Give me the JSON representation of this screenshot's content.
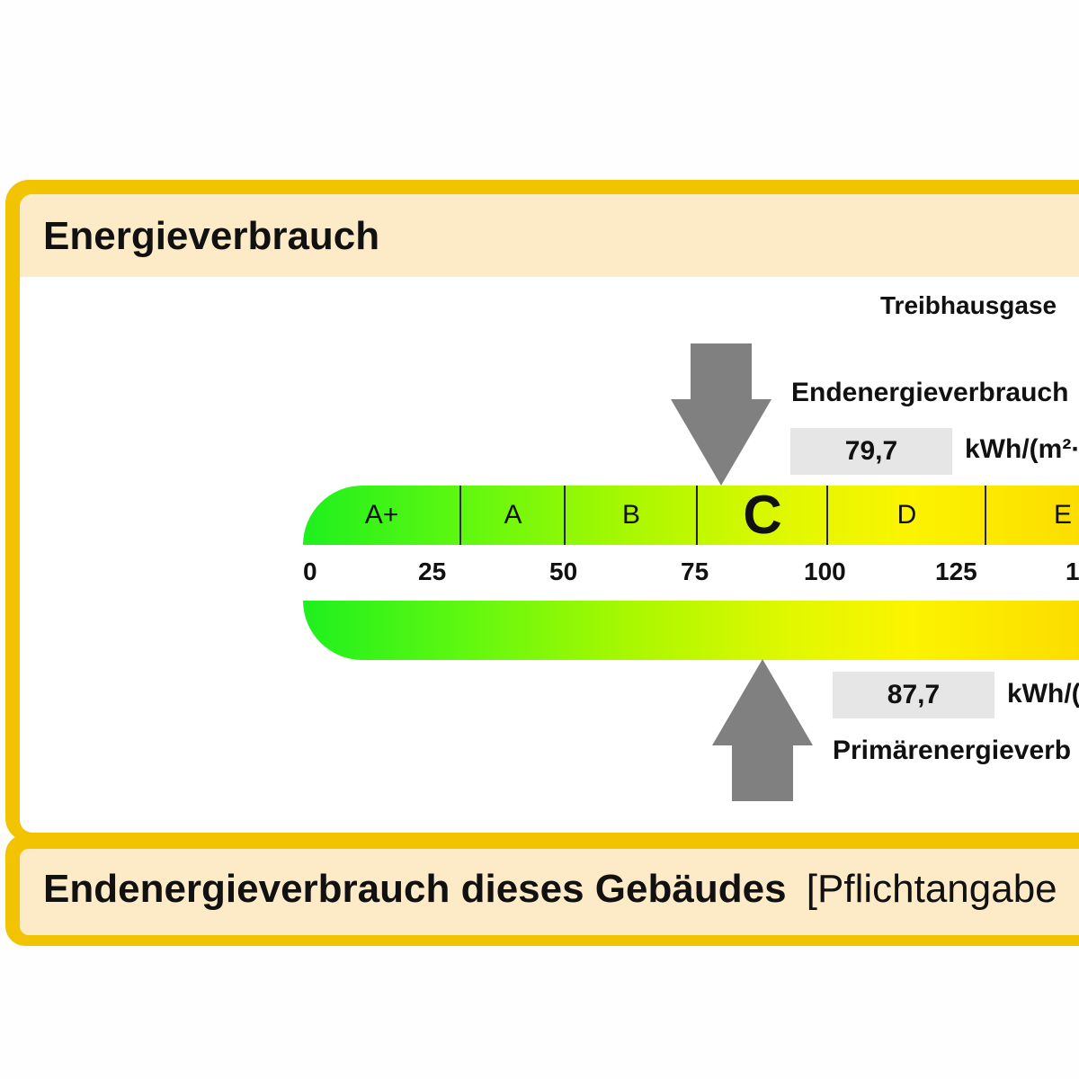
{
  "header": {
    "title": "Energieverbrauch"
  },
  "co2": {
    "label": "Treibhausgase"
  },
  "end_energy": {
    "label": "Endenergieverbrauch",
    "value": "79,7",
    "unit": "kWh/(m²·"
  },
  "primary_energy": {
    "label": "Primärenergieverb",
    "value": "87,7",
    "unit": "kWh/("
  },
  "scale": {
    "classes": [
      "A+",
      "A",
      "B",
      "C",
      "D",
      "E"
    ],
    "current_class": "C",
    "ticks": [
      "0",
      "25",
      "50",
      "75",
      "100",
      "125",
      "1"
    ]
  },
  "colors": {
    "frame": "#f2c300",
    "header_bg": "#fdebc8",
    "arrow": "#808080",
    "value_box": "#e6e6e6"
  },
  "footer": {
    "title": "Endenergieverbrauch dieses Gebäudes",
    "note": "[Pflichtangabe"
  }
}
